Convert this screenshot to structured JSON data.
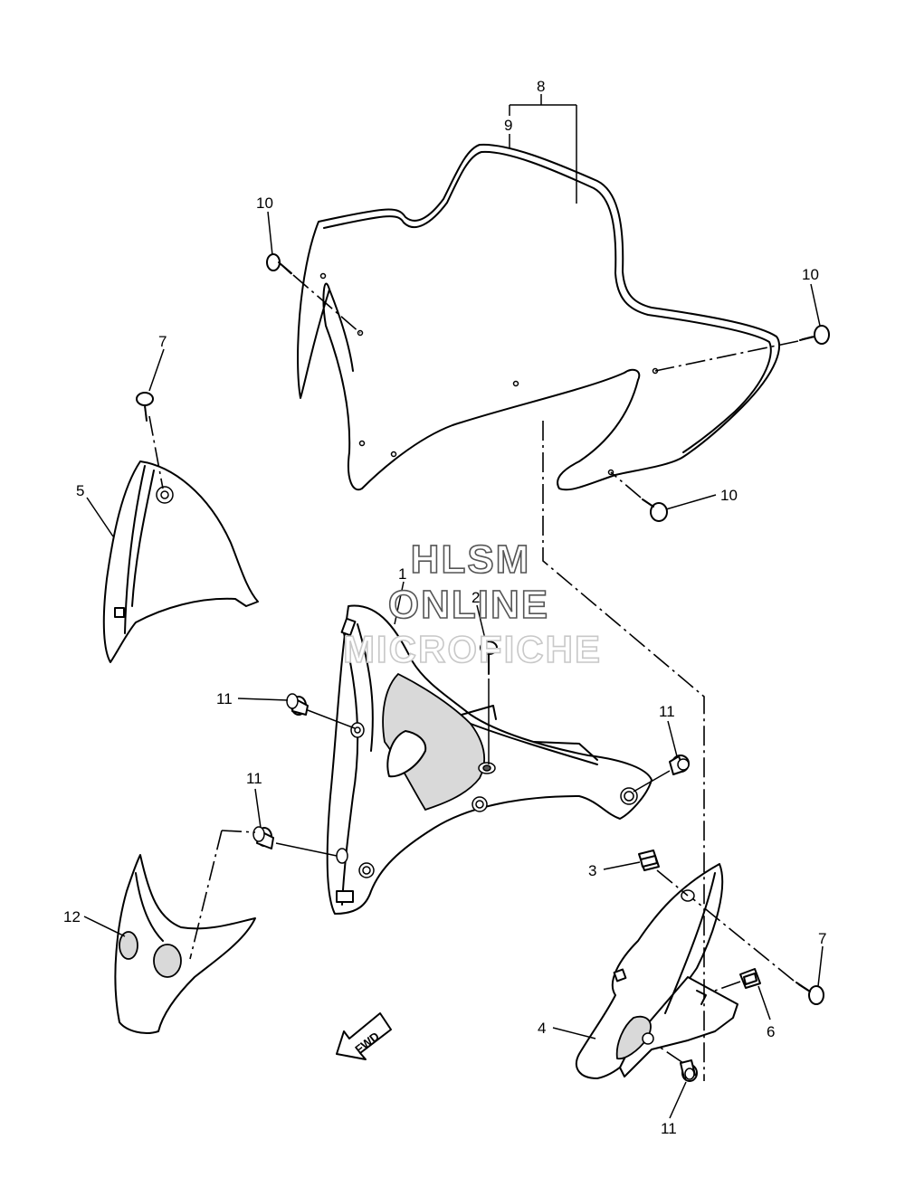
{
  "callouts": {
    "c1": "1",
    "c2": "2",
    "c3": "3",
    "c4": "4",
    "c5": "5",
    "c6": "6",
    "c7a": "7",
    "c7b": "7",
    "c8": "8",
    "c9": "9",
    "c10a": "10",
    "c10b": "10",
    "c10c": "10",
    "c11a": "11",
    "c11b": "11",
    "c11c": "11",
    "c11d": "11",
    "c12": "12"
  },
  "watermark": {
    "line1": "HLSM",
    "line2": "ONLINE",
    "line3": "MICROFICHE"
  },
  "fwd_label": "FWD"
}
